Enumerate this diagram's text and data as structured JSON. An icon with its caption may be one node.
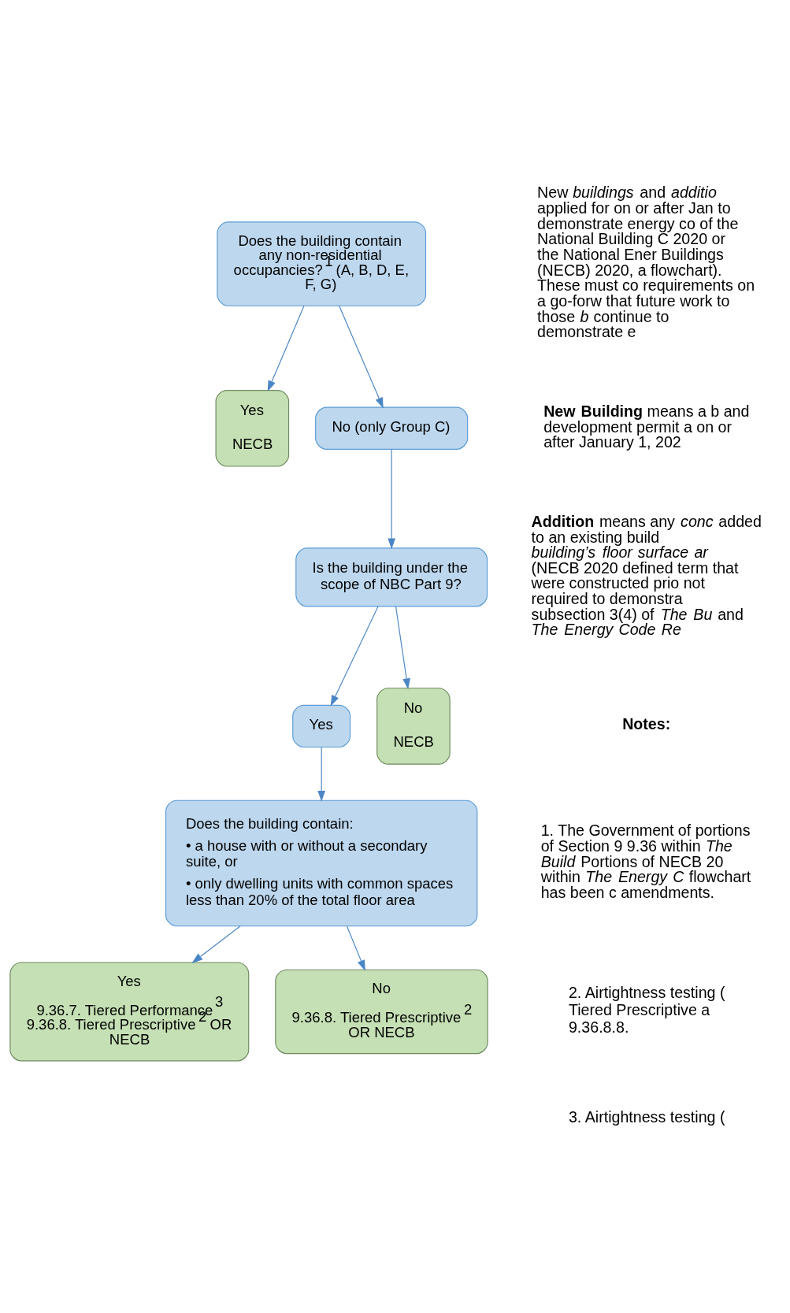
{
  "diagram": {
    "nodes": [
      {
        "text": [
          "Does the building contain any non-residential occupancies?$^{1}$ (A, B, D, E, F, G)"
        ]
      },
      {
        "text": [
          "Yes",
          "NECB"
        ]
      },
      {
        "text": [
          "No (only Group C)"
        ]
      },
      {
        "text": [
          "Is the building under the scope of NBC Part 9?"
        ]
      },
      {
        "text": [
          "Yes"
        ]
      },
      {
        "text": [
          "No",
          "NECB"
        ]
      },
      {
        "text": [
          "Does the building contain:",
          "• a house with or without a secondary suite, or",
          "• only dwelling units with common spaces less than 20% of the total floor area"
        ]
      },
      {
        "text": [
          "Yes",
          "9.36.7. Tiered Performance$^{3}$ 9.36.8. Tiered Prescriptive$^{2}$ OR NECB"
        ]
      },
      {
        "text": [
          "No",
          "9.36.8. Tiered Prescriptive$^{2}$ OR NECB"
        ]
      }
    ],
    "edges": [
      {
        "from": 0,
        "to": 1,
        "arrow": "to"
      },
      {
        "from": 0,
        "to": 2,
        "arrow": "to"
      },
      {
        "from": 2,
        "to": 3,
        "arrow": "to"
      },
      {
        "from": 3,
        "to": 4,
        "arrow": "to"
      },
      {
        "from": 3,
        "to": 5,
        "arrow": "to"
      },
      {
        "from": 4,
        "to": 6,
        "arrow": "to"
      },
      {
        "from": 6,
        "to": 7,
        "arrow": "to"
      },
      {
        "from": 6,
        "to": 8,
        "arrow": "to"
      }
    ],
    "labels": [
      "New *buildings* and *additio* applied for on or after Jan to demonstrate energy co of the National Building C 2020 or the National Ener Buildings (NECB) 2020, a flowchart). These must co requirements on a go-forw that future work to those *b* continue to demonstrate e",
      "**New Building** means a b and development permit a on or after January 1, 202",
      "**Addition** means any *conc* added to an existing build *building’s floor surface ar* (NECB 2020 defined term that were constructed prio not required to demonstra subsection 3(4) of *The Bu* and *The Energy Code Re*",
      "**Notes:**",
      "1. The Government of portions of Section 9 9.36 within *The Build* Portions of NECB 20 within *The Energy C* flowchart has been c amendments.",
      "2. Airtightness testing ( Tiered Prescriptive a 9.36.8.8.",
      "3. Airtightness testing ("
    ]
  }
}
